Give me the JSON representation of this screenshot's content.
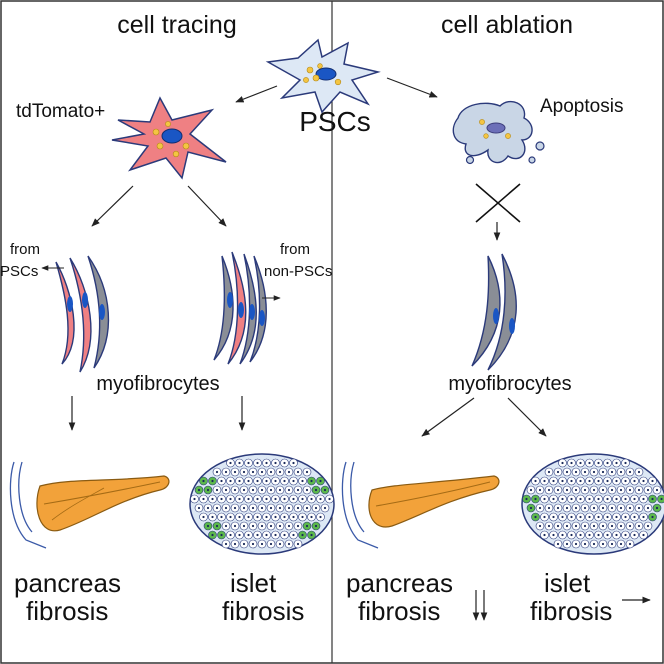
{
  "left_panel": {
    "title": "cell tracing",
    "traced_label": "tdTomato+",
    "from_pscs_lines": [
      "from",
      "PSCs"
    ],
    "from_non_pscs_lines": [
      "from",
      "non-PSCs"
    ],
    "myofibrocytes": "myofibrocytes",
    "outcome_pancreas_lines": [
      "pancreas",
      "fibrosis"
    ],
    "outcome_islet_lines": [
      "islet",
      "fibrosis"
    ]
  },
  "center": {
    "source_label": "PSCs"
  },
  "right_panel": {
    "title": "cell ablation",
    "apoptosis_label": "Apoptosis",
    "myofibrocytes": "myofibrocytes",
    "outcome_pancreas_lines": [
      "pancreas",
      "fibrosis"
    ],
    "outcome_islet_lines": [
      "islet",
      "fibrosis"
    ]
  },
  "colors": {
    "psc_fill": "#dde8f5",
    "tdtomato_fill": "#ef8083",
    "myofibroblast_gray": "#8a8e96",
    "nucleus_blue": "#1a56c4",
    "pancreas_orange": "#f2a23a",
    "islet_green": "#5cb84c",
    "outline_navy": "#2b3a7a"
  }
}
